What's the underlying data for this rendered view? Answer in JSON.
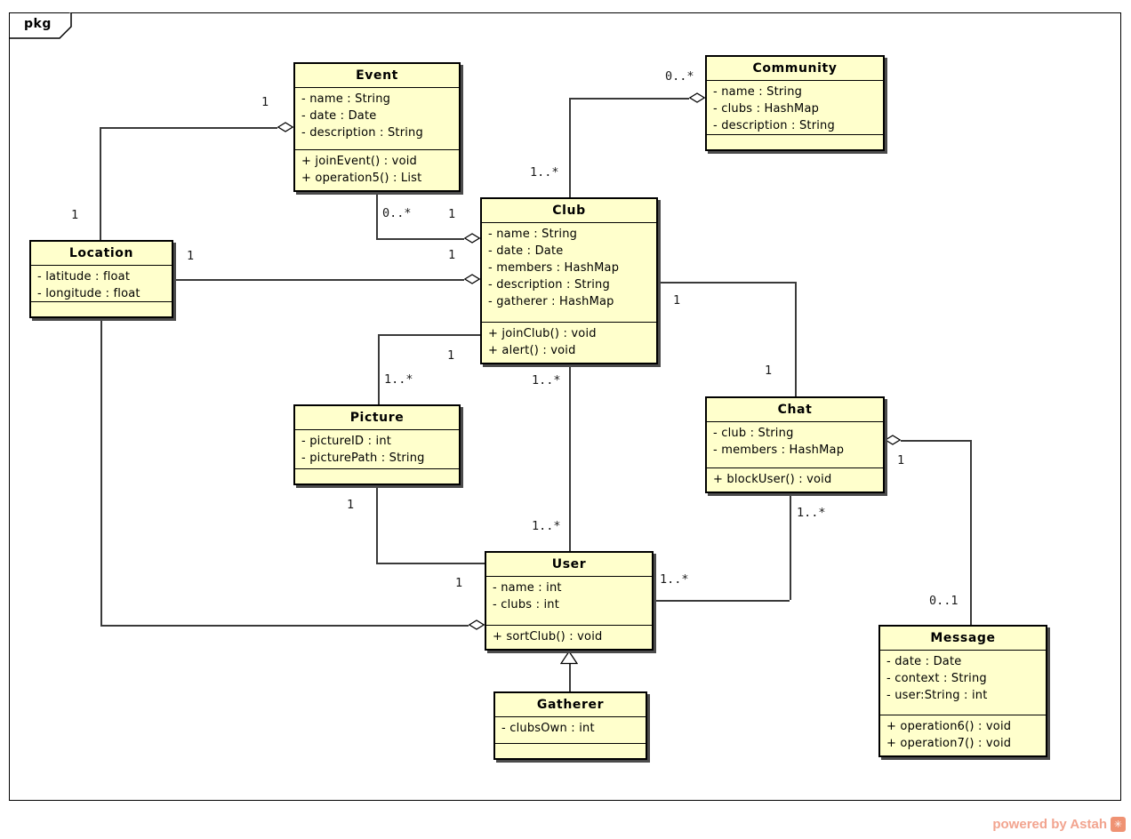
{
  "frame": {
    "tab_label": "pkg"
  },
  "watermark": {
    "text": "powered by Astah",
    "logo_glyph": "✳"
  },
  "colors": {
    "class_fill": "#ffffcc",
    "border": "#000000",
    "watermark": "#f2a48f"
  },
  "classes": {
    "event": {
      "name": "Event",
      "attributes": [
        "- name : String",
        "- date : Date",
        "- description : String"
      ],
      "operations": [
        "+ joinEvent() : void",
        "+ operation5() : List"
      ]
    },
    "community": {
      "name": "Community",
      "attributes": [
        "- name : String",
        "- clubs : HashMap",
        "- description : String"
      ],
      "operations": []
    },
    "club": {
      "name": "Club",
      "attributes": [
        "- name : String",
        "- date : Date",
        "- members : HashMap",
        "- description : String",
        "- gatherer : HashMap"
      ],
      "operations": [
        "+ joinClub() : void",
        "+ alert() : void"
      ]
    },
    "location": {
      "name": "Location",
      "attributes": [
        "- latitude : float",
        "- longitude : float"
      ],
      "operations": []
    },
    "picture": {
      "name": "Picture",
      "attributes": [
        "- pictureID : int",
        "- picturePath : String"
      ],
      "operations": []
    },
    "chat": {
      "name": "Chat",
      "attributes": [
        "- club : String",
        "- members : HashMap"
      ],
      "operations": [
        "+ blockUser() : void"
      ]
    },
    "user": {
      "name": "User",
      "attributes": [
        "- name : int",
        "- clubs : int"
      ],
      "operations": [
        "+ sortClub() : void"
      ]
    },
    "gatherer": {
      "name": "Gatherer",
      "attributes": [
        "- clubsOwn : int"
      ],
      "operations": []
    },
    "message": {
      "name": "Message",
      "attributes": [
        "- date : Date",
        "- context : String",
        "- user:String : int"
      ],
      "operations": [
        "+ operation6() : void",
        "+ operation7() : void"
      ]
    }
  },
  "associations": {
    "location_event": {
      "location_end": "1",
      "event_end": "1"
    },
    "club_community": {
      "club_end": "1..*",
      "community_end": "0..*"
    },
    "event_club": {
      "event_end": "0..*",
      "club_end": "1"
    },
    "location_club": {
      "location_end": "1",
      "club_end": "1"
    },
    "club_chat": {
      "club_end": "1",
      "chat_end": "1"
    },
    "picture_club": {
      "picture_end": "1..*",
      "club_end": "1"
    },
    "club_user": {
      "club_end": "1..*",
      "user_end": "1..*"
    },
    "chat_user": {
      "chat_end": "1..*",
      "user_end": "1..*"
    },
    "picture_user": {
      "picture_end": "1",
      "user_end": "1"
    },
    "chat_message": {
      "chat_end": "1",
      "message_end": "0..1"
    }
  }
}
